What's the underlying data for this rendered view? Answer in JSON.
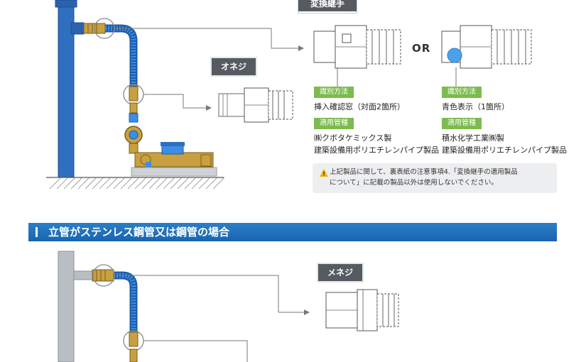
{
  "labels": {
    "henkan": "変換継手",
    "onezi": "オネジ",
    "menezi": "メネジ",
    "or": "OR"
  },
  "left_option": {
    "id_label": "識別方法",
    "id_text": "挿入確認窓（対面2箇所）",
    "pipe_label": "適用管種",
    "pipe_text_1": "㈱クボタケミックス製",
    "pipe_text_2": "建築設備用ポリエチレンパイプ製品"
  },
  "right_option": {
    "id_label": "識別方法",
    "id_text": "青色表示（1箇所）",
    "pipe_label": "適用管種",
    "pipe_text_1": "積水化学工業㈱製",
    "pipe_text_2": "建築設備用ポリエチレンパイプ製品"
  },
  "note": {
    "line1": "上記製品に関して、裏表紙の注意事項4.「変換継手の適用製品",
    "line2": "について」に記載の製品以外は使用しないでください。"
  },
  "section2": {
    "title": "立管がステンレス鋼管又は鋼管の場合"
  },
  "colors": {
    "pipe_blue": "#2f6fbf",
    "hose_blue": "#3a8ee6",
    "brass": "#c8a040",
    "tag_dark": "#555b61",
    "tag_green": "#7cbb4e",
    "section_blue": "#1a64ae",
    "gray_pipe": "#b9bec4"
  }
}
